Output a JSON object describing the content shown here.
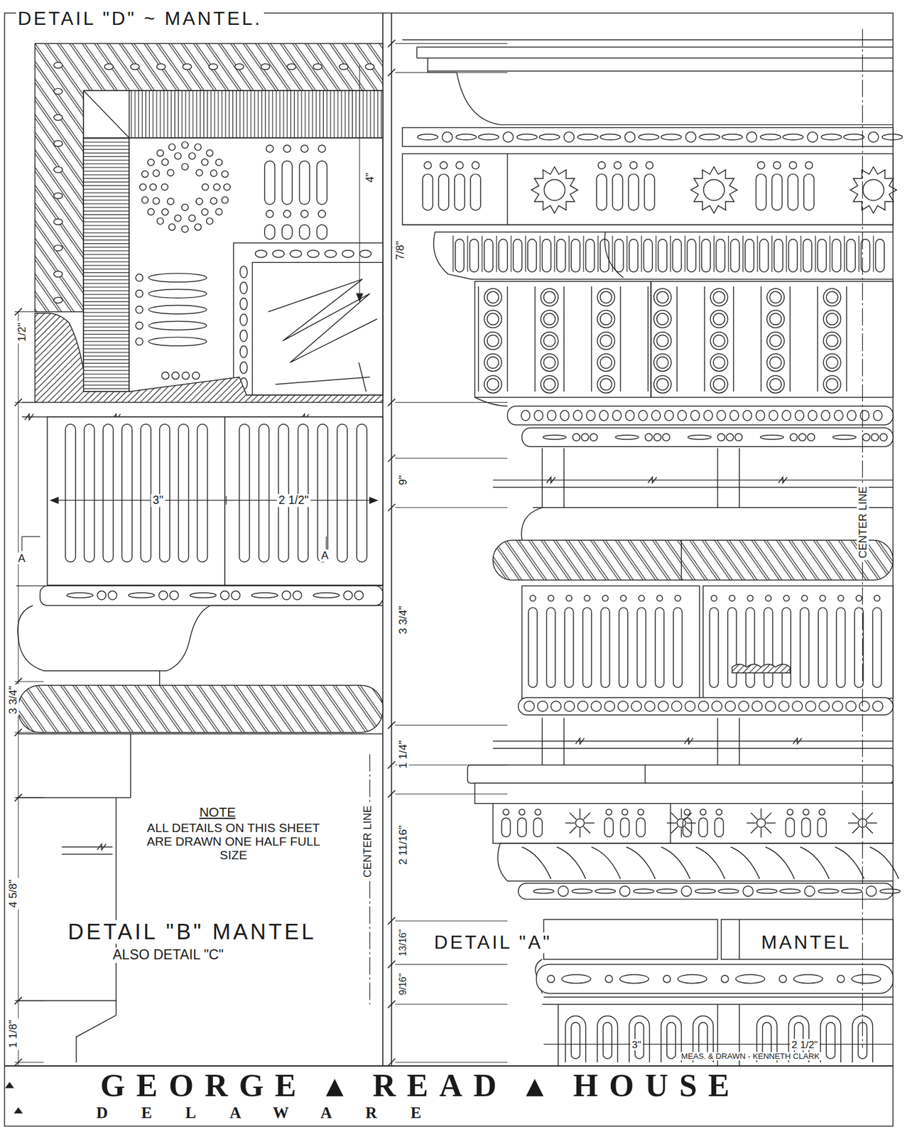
{
  "diagram": {
    "title": "GEORGE ▴ READ ▴ HOUSE",
    "caption": "DELAWARE",
    "labels": [
      "DETAIL \"D\" ~ MANTEL.",
      "4\"",
      "7/8\"",
      "1/2\"",
      "3\"",
      "2 1/2\"",
      "A",
      "A",
      "9\"",
      "3 3/4\"",
      "3 3/4\"",
      "1 1/4\"",
      "NOTE",
      "ALL DETAILS ON THIS SHEET ARE DRAWN ONE HALF FULL SIZE",
      "CENTER LINE",
      "2 11/16\"",
      "4 5/8\"",
      "DETAIL \"B\" MANTEL",
      "ALSO DETAIL \"C\"",
      "13/16\"",
      "9/16\"",
      "DETAIL \"A\"",
      "MANTEL",
      "1 1/8\"",
      "3\"",
      "2 1/2\"",
      "MEAS. & DRAWN - KENNETH CLARK",
      "CENTER LINE"
    ]
  }
}
